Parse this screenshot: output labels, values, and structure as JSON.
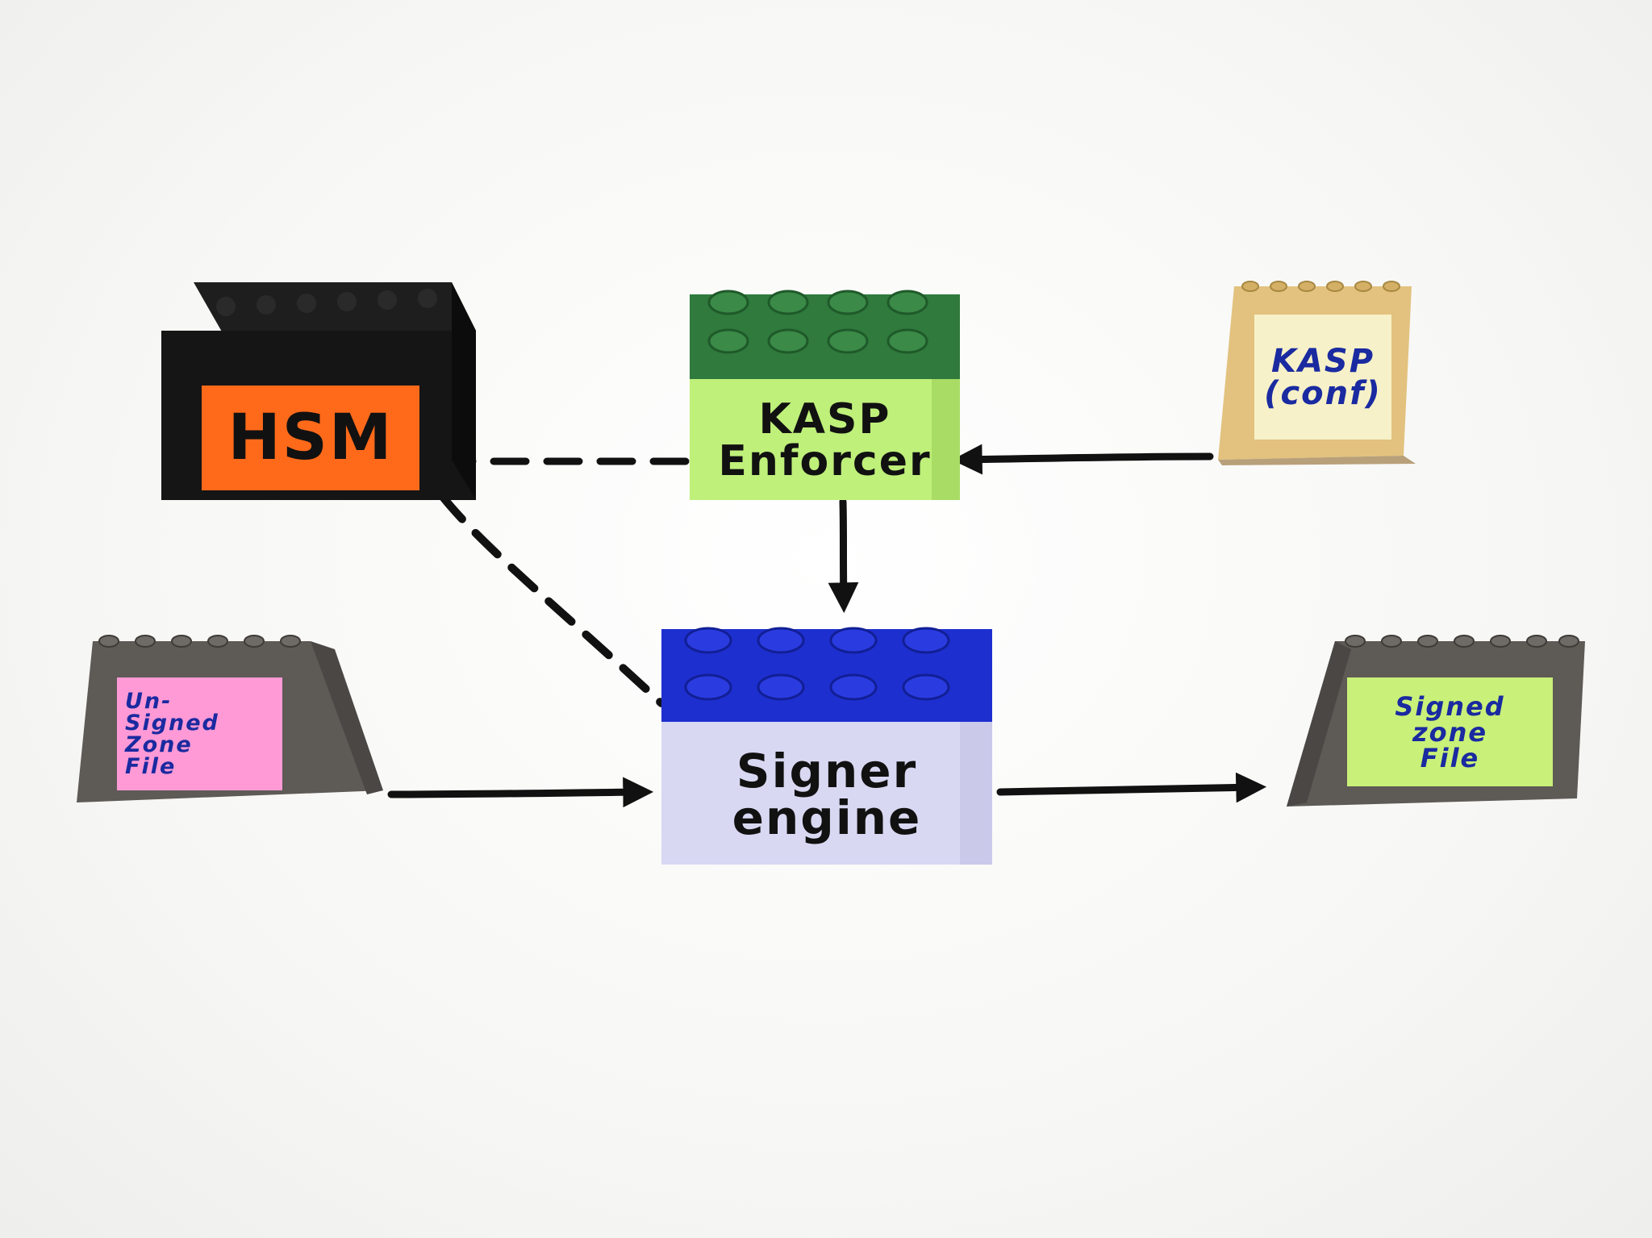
{
  "colors": {
    "hsm_brick": "#151515",
    "hsm_label": "#ff6a1a",
    "enforcer_top": "#2f7a3c",
    "enforcer_label": "#bff07a",
    "kasp_conf_panel": "#e2c27e",
    "kasp_conf_label": "#f6f1c8",
    "signer_top": "#1e2fcf",
    "signer_label": "#d9d8f2",
    "zone_panel": "#5e5a56",
    "unsigned_label": "#ff9ad6",
    "signed_label": "#c9f078",
    "ink": "#111111",
    "label_ink_navy": "#1a2aa0"
  },
  "blocks": {
    "hsm": {
      "label": "HSM",
      "icon": "black-brick"
    },
    "kasp_enforcer": {
      "label": "KASP\nEnforcer",
      "icon": "green-brick"
    },
    "kasp_conf": {
      "label": "KASP\n(conf)",
      "icon": "tan-panel"
    },
    "signer_engine": {
      "label": "Signer\nengine",
      "icon": "blue-brick"
    },
    "unsigned_zone_file": {
      "label": "Un-\nSigned\nZone\nFile",
      "icon": "grey-panel"
    },
    "signed_zone_file": {
      "label": "Signed\nzone\nFile",
      "icon": "grey-panel"
    }
  },
  "connections": [
    {
      "from": "kasp_conf",
      "to": "kasp_enforcer",
      "style": "solid-arrow"
    },
    {
      "from": "kasp_enforcer",
      "to": "hsm",
      "style": "dashed"
    },
    {
      "from": "kasp_enforcer",
      "to": "signer_engine",
      "style": "solid-arrow"
    },
    {
      "from": "hsm",
      "to": "signer_engine",
      "style": "dashed"
    },
    {
      "from": "unsigned_zone_file",
      "to": "signer_engine",
      "style": "solid-arrow"
    },
    {
      "from": "signer_engine",
      "to": "signed_zone_file",
      "style": "solid-arrow"
    }
  ]
}
